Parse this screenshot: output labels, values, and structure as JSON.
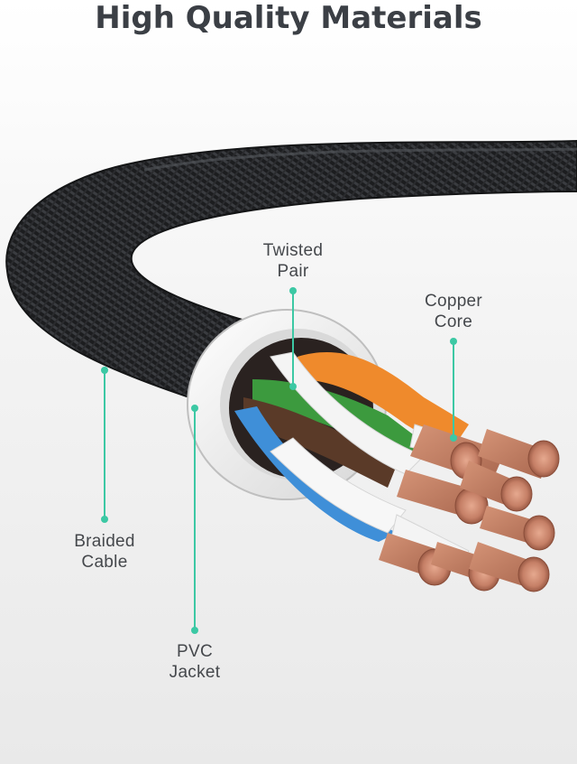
{
  "title": "High Quality Materials",
  "callouts": {
    "twisted_pair": {
      "line1": "Twisted",
      "line2": "Pair"
    },
    "copper_core": {
      "line1": "Copper",
      "line2": "Core"
    },
    "braided_cable": {
      "line1": "Braided",
      "line2": "Cable"
    },
    "pvc_jacket": {
      "line1": "PVC",
      "line2": "Jacket"
    }
  },
  "colors": {
    "callout_line": "#3cc8a4",
    "braid": "#1e1f21",
    "jacket": "#f2f2f2",
    "copper": "#c9826a",
    "wire_orange": "#ef8a2c",
    "wire_green": "#3c9a3e",
    "wire_blue": "#3f8fd8",
    "wire_brown": "#5a3a28"
  }
}
